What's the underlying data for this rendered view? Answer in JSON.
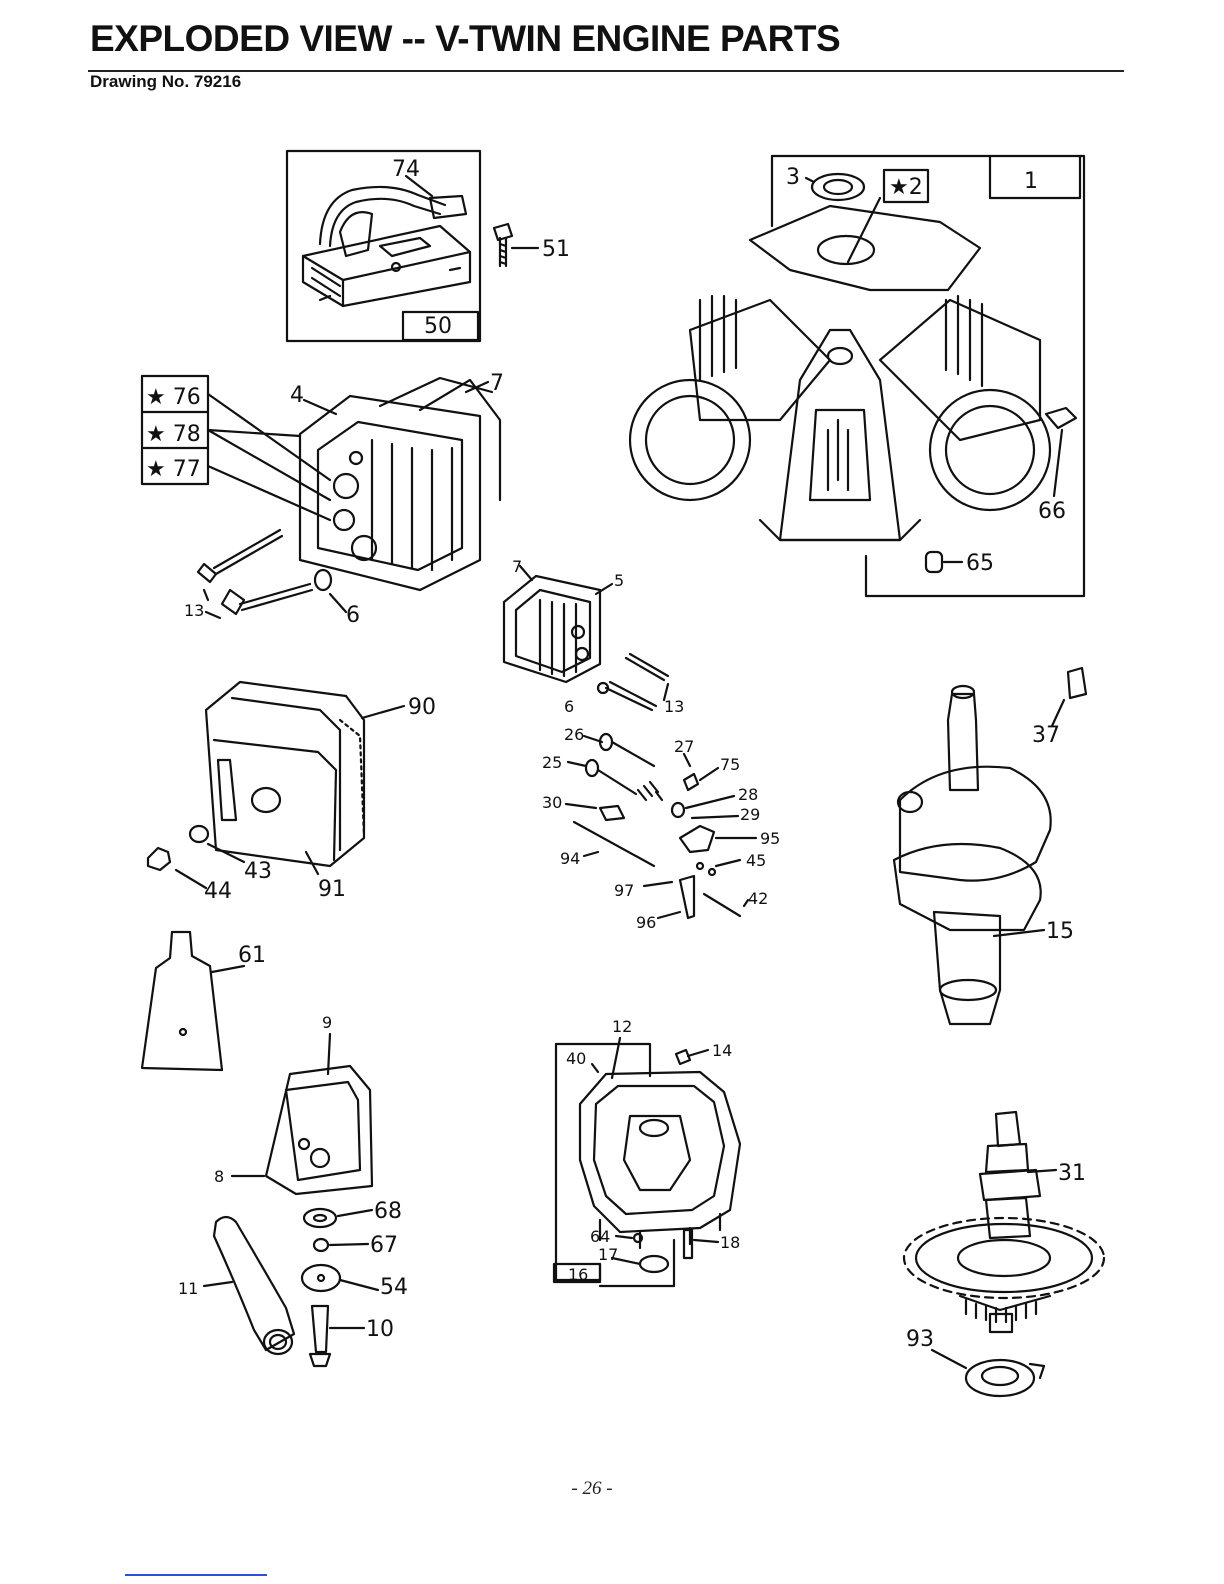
{
  "header": {
    "title": "EXPLODED VIEW -- V-TWIN ENGINE PARTS",
    "drawing_number": "Drawing No. 79216"
  },
  "footer": {
    "page_number": "- 26 -"
  },
  "callouts": {
    "c1": "1",
    "c2": "★2",
    "c3": "3",
    "c4": "4",
    "c5": "5",
    "c6a": "6",
    "c6b": "6",
    "c7a": "7",
    "c7b": "7",
    "c8": "8",
    "c9": "9",
    "c10": "10",
    "c11": "11",
    "c12": "12",
    "c13a": "13",
    "c13b": "13",
    "c14": "14",
    "c15": "15",
    "c16": "16",
    "c17": "17",
    "c18": "18",
    "c25": "25",
    "c26": "26",
    "c27": "27",
    "c28": "28",
    "c29": "29",
    "c30": "30",
    "c31": "31",
    "c37": "37",
    "c40": "40",
    "c42": "42",
    "c43": "43",
    "c44": "44",
    "c45": "45",
    "c50": "50",
    "c51": "51",
    "c54": "54",
    "c61": "61",
    "c64": "64",
    "c65": "65",
    "c66": "66",
    "c67": "67",
    "c68": "68",
    "c74": "74",
    "c75": "75",
    "c76": "★ 76",
    "c77": "★ 77",
    "c78": "★ 78",
    "c90": "90",
    "c91": "91",
    "c93": "93",
    "c94": "94",
    "c95": "95",
    "c96": "96",
    "c97": "97"
  }
}
